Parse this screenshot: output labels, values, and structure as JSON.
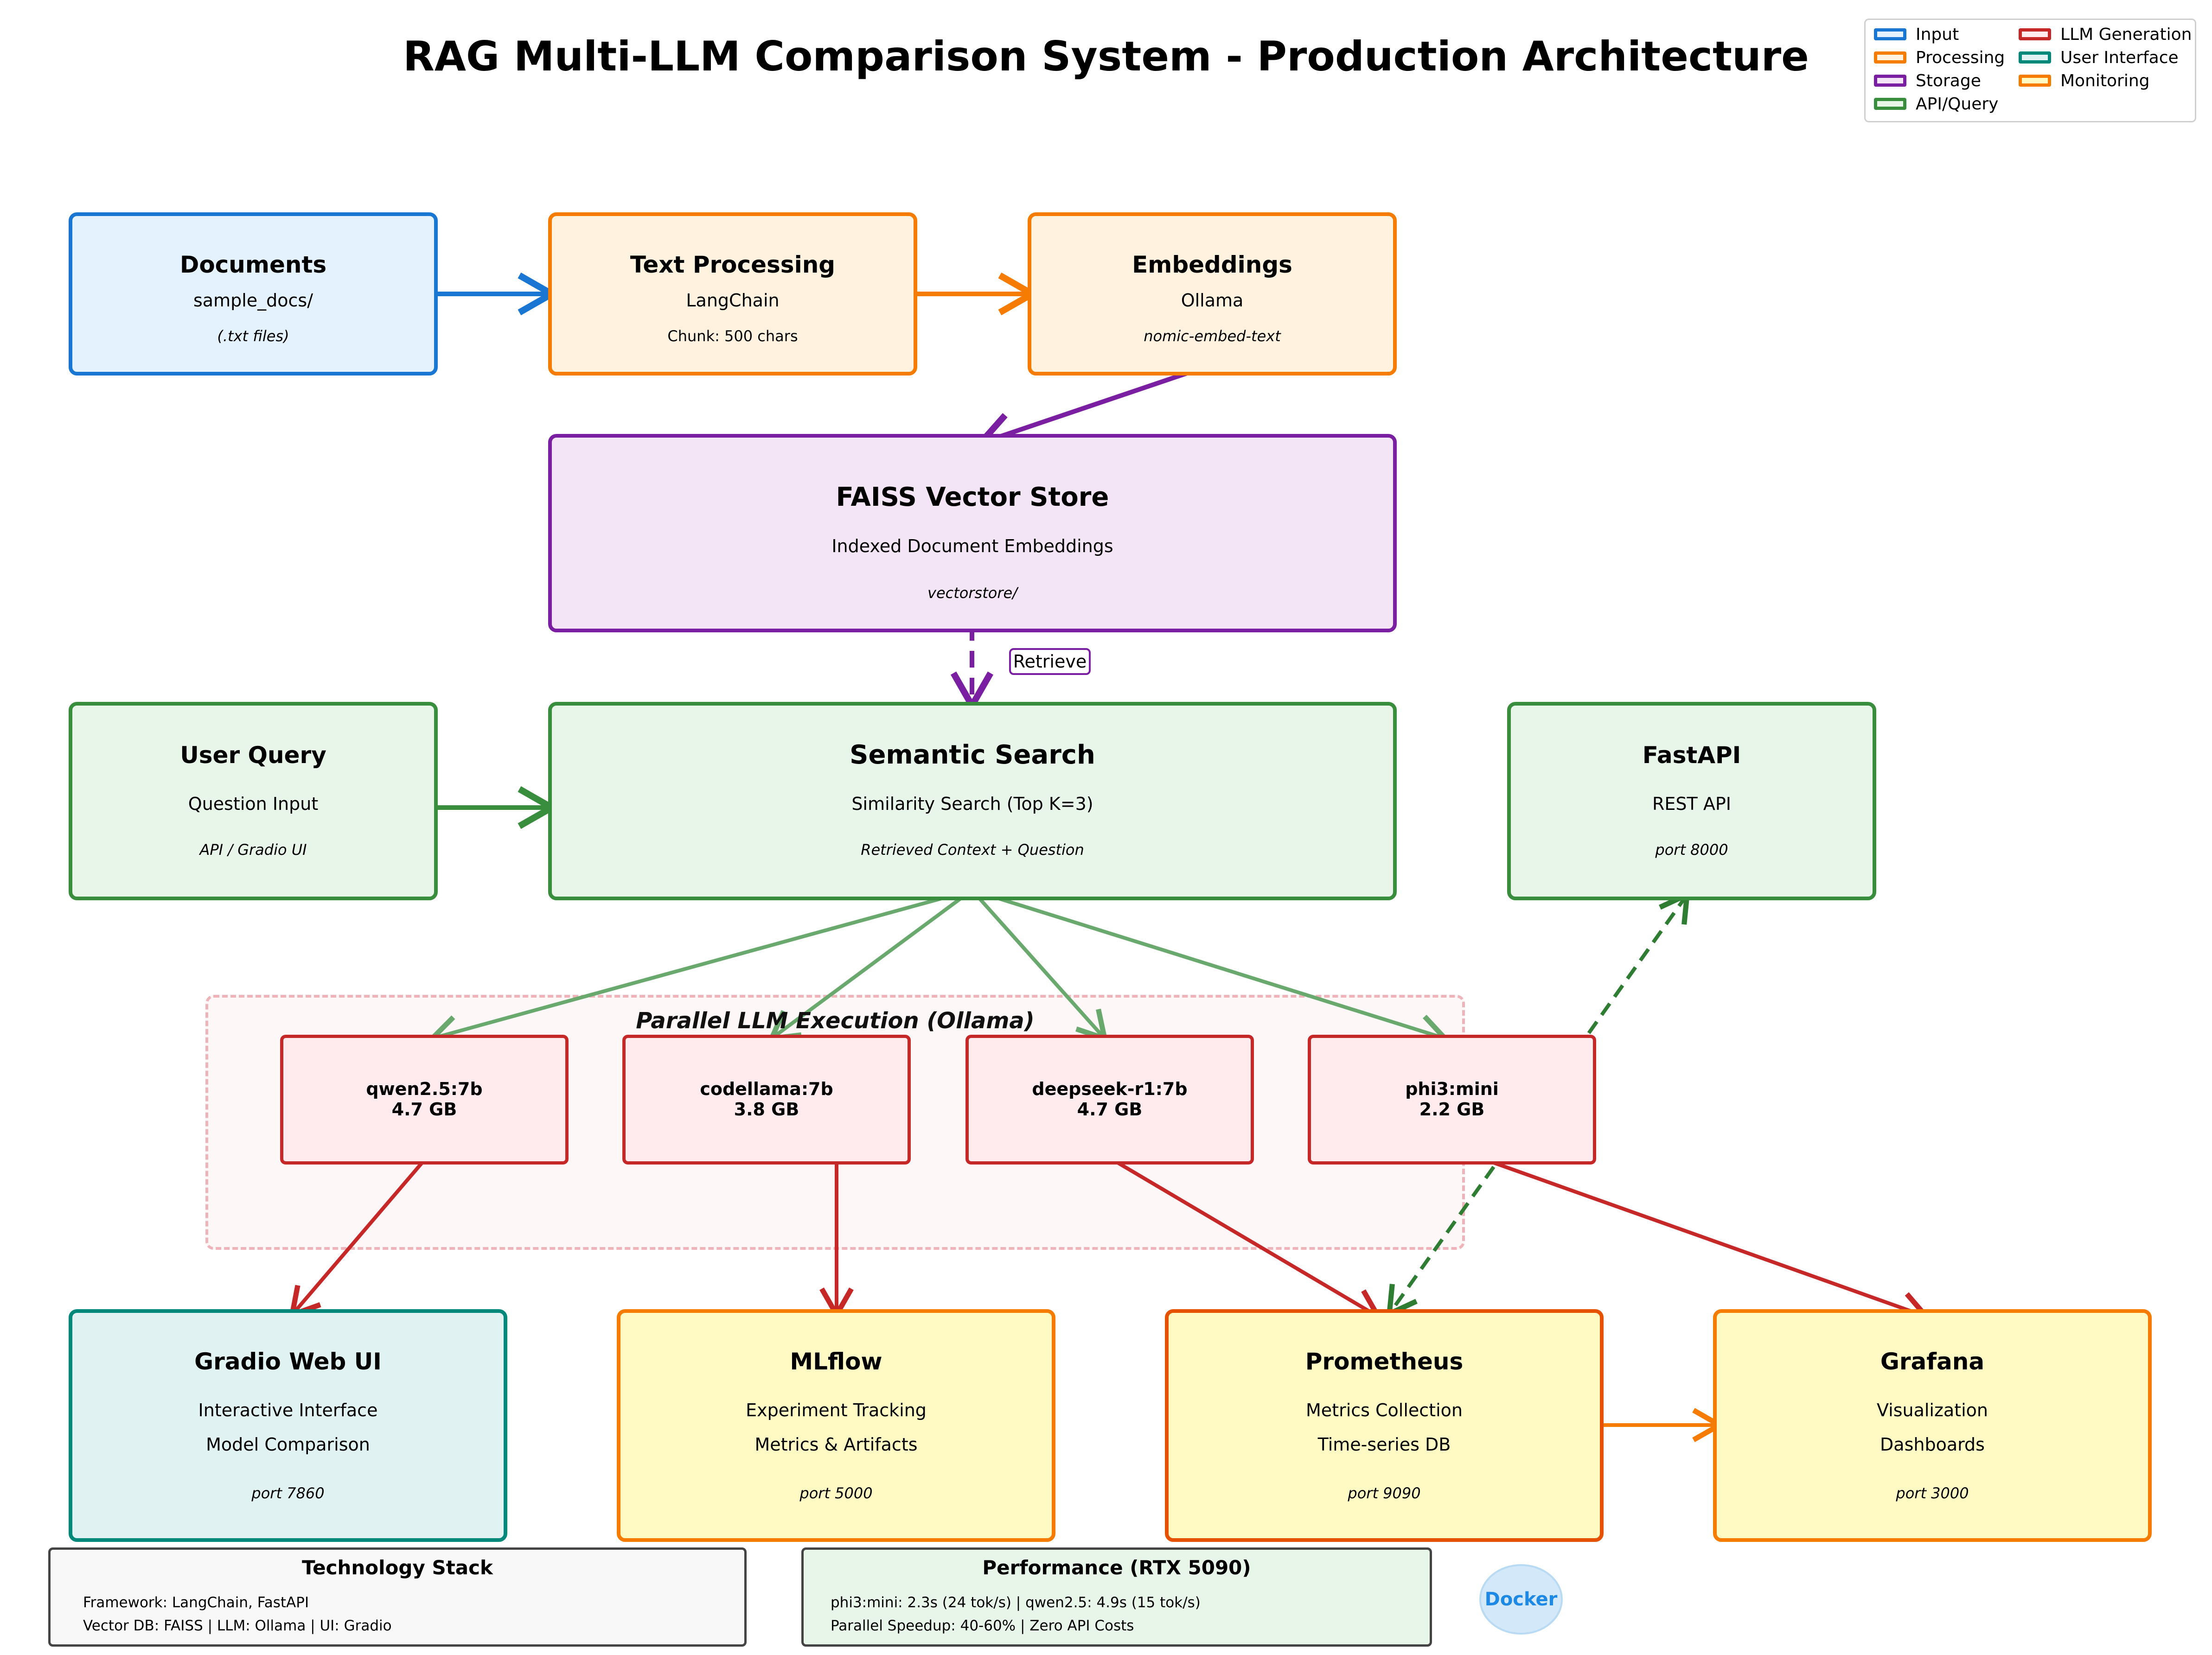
{
  "title": "RAG Multi-LLM Comparison System - Production Architecture",
  "legend": [
    {
      "label": "Input",
      "color": "#1976d2"
    },
    {
      "label": "Processing",
      "color": "#f57c00"
    },
    {
      "label": "Storage",
      "color": "#7b1fa2"
    },
    {
      "label": "API/Query",
      "color": "#388e3c"
    },
    {
      "label": "LLM Generation",
      "color": "#c62828"
    },
    {
      "label": "User Interface",
      "color": "#00897b"
    },
    {
      "label": "Monitoring",
      "color": "#f9a825"
    }
  ],
  "nodes": {
    "documents": {
      "title": "Documents",
      "line1": "sample_docs/",
      "line2": "(.txt files)"
    },
    "text_processing": {
      "title": "Text Processing",
      "line1": "LangChain",
      "line2": "Chunk: 500 chars"
    },
    "embeddings": {
      "title": "Embeddings",
      "line1": "Ollama",
      "line2": "nomic-embed-text"
    },
    "faiss": {
      "title": "FAISS Vector Store",
      "line1": "Indexed Document Embeddings",
      "line2": "vectorstore/"
    },
    "user_query": {
      "title": "User Query",
      "line1": "Question Input",
      "line2": "API / Gradio UI"
    },
    "semantic_search": {
      "title": "Semantic Search",
      "line1": "Similarity Search (Top K=3)",
      "line2": "Retrieved Context + Question"
    },
    "fastapi": {
      "title": "FastAPI",
      "line1": "REST API",
      "line2": "port 8000"
    },
    "gradio": {
      "title": "Gradio Web UI",
      "line1": "Interactive Interface",
      "line2": "Model Comparison",
      "line3": "port 7860"
    },
    "mlflow": {
      "title": "MLflow",
      "line1": "Experiment Tracking",
      "line2": "Metrics & Artifacts",
      "line3": "port 5000"
    },
    "prometheus": {
      "title": "Prometheus",
      "line1": "Metrics Collection",
      "line2": "Time-series DB",
      "line3": "port 9090"
    },
    "grafana": {
      "title": "Grafana",
      "line1": "Visualization",
      "line2": "Dashboards",
      "line3": "port 3000"
    }
  },
  "retrieve_label": "Retrieve",
  "parallel": {
    "title": "Parallel LLM Execution (Ollama)",
    "models": [
      {
        "name": "qwen2.5:7b",
        "size": "4.7 GB"
      },
      {
        "name": "codellama:7b",
        "size": "3.8 GB"
      },
      {
        "name": "deepseek-r1:7b",
        "size": "4.7 GB"
      },
      {
        "name": "phi3:mini",
        "size": "2.2 GB"
      }
    ]
  },
  "tech_stack": {
    "title": "Technology Stack",
    "line1": "Framework: LangChain, FastAPI",
    "line2": "Vector DB: FAISS | LLM: Ollama | UI: Gradio"
  },
  "performance": {
    "title": "Performance (RTX 5090)",
    "line1": "phi3:mini: 2.3s (24 tok/s) | qwen2.5: 4.9s (15 tok/s)",
    "line2": "Parallel Speedup: 40-60% | Zero API Costs"
  },
  "docker": "Docker"
}
